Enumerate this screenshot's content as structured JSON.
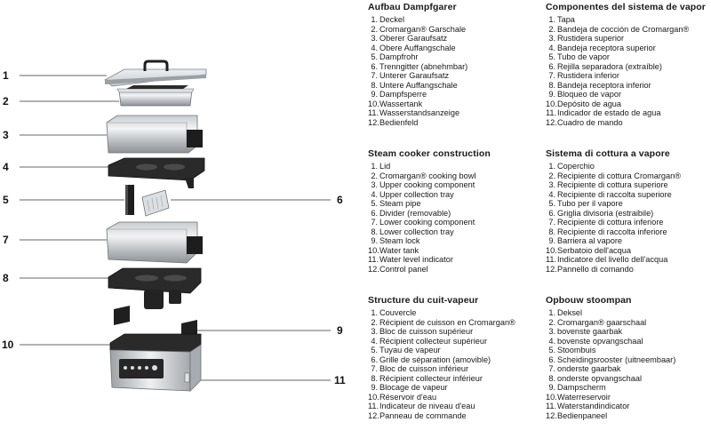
{
  "callouts": [
    "1",
    "2",
    "3",
    "4",
    "5",
    "6",
    "7",
    "8",
    "9",
    "10",
    "11"
  ],
  "sections": [
    {
      "title": "Aufbau Dampfgarer",
      "items": [
        "Deckel",
        "Cromargan® Garschale",
        "Oberer Garaufsatz",
        "Obere Auffangschale",
        "Dampfrohr",
        "Trenngitter (abnehmbar)",
        "Unterer Garaufsatz",
        "Untere Auffangschale",
        "Dampfsperre",
        "Wassertank",
        "Wasserstandsanzeige",
        "Bedienfeld"
      ]
    },
    {
      "title": "Steam cooker construction",
      "items": [
        "Lid",
        "Cromargan® cooking bowl",
        "Upper cooking component",
        "Upper collection tray",
        "Steam pipe",
        "Divider (removable)",
        "Lower cooking component",
        "Lower collection tray",
        "Steam lock",
        "Water tank",
        "Water level indicator",
        "Control panel"
      ]
    },
    {
      "title": "Structure du cuit-vapeur",
      "items": [
        "Couvercle",
        "Récipient de cuisson en Cromargan®",
        "Bloc de cuisson supérieur",
        "Récipient collecteur supérieur",
        "Tuyau de vapeur",
        "Grille de séparation (amovible)",
        "Bloc de cuisson inférieur",
        "Récipient collecteur inférieur",
        "Blocage de vapeur",
        "Réservoir d'eau",
        "Indicateur de niveau d'eau",
        "Panneau de commande"
      ]
    },
    {
      "title": "Componentes del sistema de vapor",
      "items": [
        "Tapa",
        "Bandeja de cocción de Cromargan®",
        "Rustidera superior",
        "Bandeja receptora superior",
        "Tubo de vapor",
        "Rejilla separadora (extraíble)",
        "Rustidera inferior",
        "Bandeja receptora inferior",
        "Bloqueo de vapor",
        "Depósito de agua",
        "Indicador de estado de agua",
        "Cuadro de mando"
      ]
    },
    {
      "title": "Sistema di cottura a vapore",
      "items": [
        "Coperchio",
        "Recipiente di cottura Cromargan®",
        "Recipiente di cottura superiore",
        "Recipiente di raccolta superiore",
        "Tubo per il vapore",
        "Griglia divisoria (estraibile)",
        "Recipiente di cottura inferiore",
        "Recipiente di raccolta inferiore",
        "Barriera al vapore",
        "Serbatoio dell'acqua",
        "Indicatore del livello dell'acqua",
        "Pannello di comando"
      ]
    },
    {
      "title": "Opbouw stoompan",
      "items": [
        "Deksel",
        "Cromargan® gaarschaal",
        "bovenste gaarbak",
        "bovenste opvangschaal",
        "Stoombuis",
        "Scheidingsrooster (uitneembaar)",
        "onderste gaarbak",
        "onderste opvangschaal",
        "Dampscherm",
        "Waterreservoir",
        "Waterstandindicator",
        "Bedienpaneel"
      ]
    }
  ]
}
